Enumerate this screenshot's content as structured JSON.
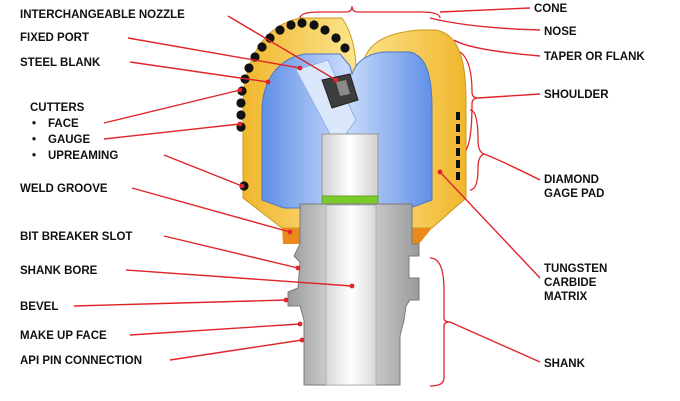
{
  "labels_left": {
    "interchangeable_nozzle": "INTERCHANGEABLE NOZZLE",
    "fixed_port": "FIXED PORT",
    "steel_blank": "STEEL BLANK",
    "cutters": "CUTTERS",
    "face": "FACE",
    "gauge": "GAUGE",
    "upreaming": "UPREAMING",
    "weld_groove": "WELD GROOVE",
    "bit_breaker_slot": "BIT BREAKER SLOT",
    "shank_bore": "SHANK BORE",
    "bevel": "BEVEL",
    "make_up_face": "MAKE UP FACE",
    "api_pin_connection": "API PIN CONNECTION"
  },
  "labels_right": {
    "cone": "CONE",
    "nose": "NOSE",
    "taper_or_flank": "TAPER OR FLANK",
    "shoulder": "SHOULDER",
    "diamond_gage_pad_line1": "DIAMOND",
    "diamond_gage_pad_line2": "GAGE PAD",
    "tungsten_line1": "TUNGSTEN",
    "tungsten_line2": "CARBIDE",
    "tungsten_line3": "MATRIX",
    "shank": "SHANK"
  },
  "bullet": "•",
  "colors": {
    "leader": "#e0252a",
    "matrix_yellow": "#f6c646",
    "blank_blue": "#7fa8ef",
    "steel_gray": "#bfbfbf",
    "cutter_black": "#111111",
    "bore_green": "#7acb2a"
  }
}
